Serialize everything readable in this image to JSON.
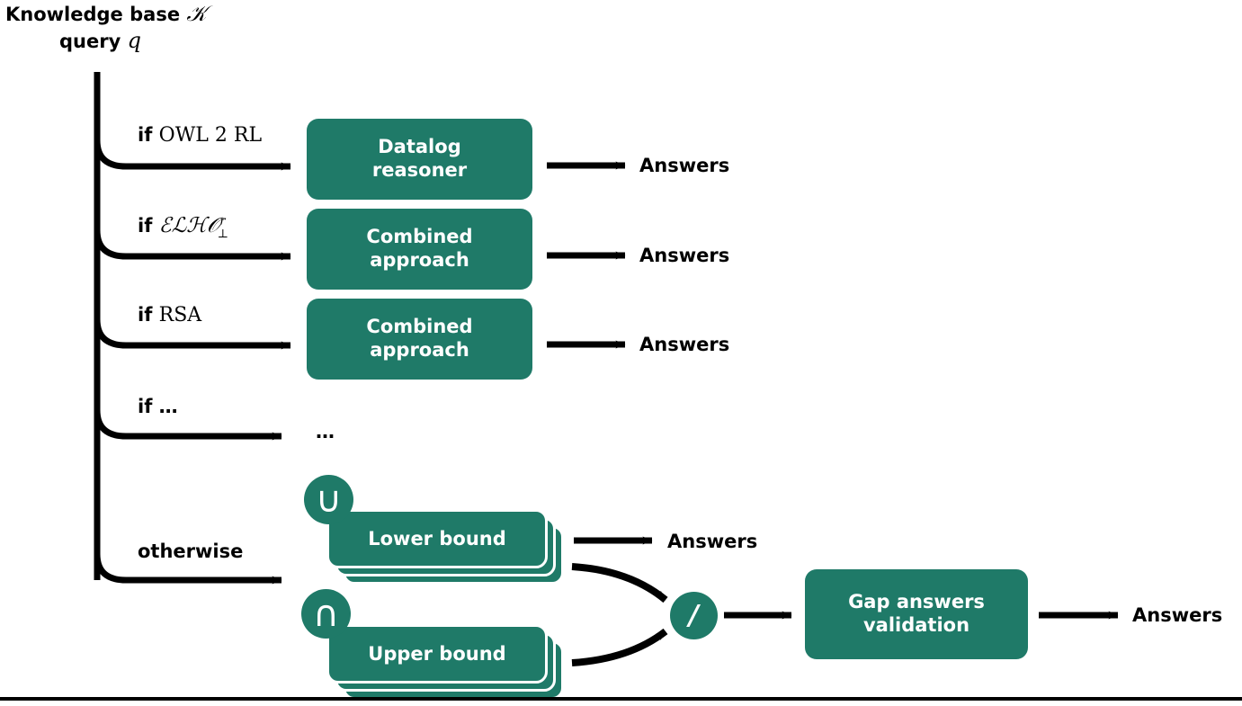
{
  "diagram": {
    "title_line1_prefix": "Knowledge base",
    "title_line1_symbol": "ᵌ0",
    "title_line1": "Knowledge base 𝒦",
    "title_line2": "query",
    "title_line2_symbol": "q",
    "colors": {
      "accent_green": "#1f7a68",
      "stroke_black": "#000000",
      "text_on_green": "#ffffff",
      "background": "#ffffff"
    },
    "branches": [
      {
        "id": "owl2rl",
        "condition_if": "if",
        "condition_value": "OWL 2 RL",
        "target_label": "Datalog\nreasoner",
        "target_line1": "Datalog",
        "target_line2": "reasoner",
        "output": "Answers"
      },
      {
        "id": "elho",
        "condition_if": "if",
        "condition_value": "ℰℒℋ𝒪",
        "condition_sup": "r",
        "condition_sub": "⊥",
        "target_line1": "Combined",
        "target_line2": "approach",
        "output": "Answers"
      },
      {
        "id": "rsa",
        "condition_if": "if",
        "condition_value": "RSA",
        "target_line1": "Combined",
        "target_line2": "approach",
        "output": "Answers"
      },
      {
        "id": "ellipsis",
        "condition_if": "if",
        "condition_value": "…",
        "target_line1": "…",
        "target_line2": "",
        "output": ""
      },
      {
        "id": "otherwise",
        "condition_if": "otherwise",
        "condition_value": "",
        "target_line1": "",
        "target_line2": "",
        "output": ""
      }
    ],
    "bounds": {
      "lower": {
        "label": "Lower bound",
        "badge": "∪",
        "badge_name": "union"
      },
      "upper": {
        "label": "Upper bound",
        "badge": "∩",
        "badge_name": "intersection"
      },
      "lower_output": "Answers"
    },
    "combine_operator": {
      "symbol": "/",
      "name": "set-difference"
    },
    "validation_box": {
      "line1": "Gap answers",
      "line2": "validation"
    },
    "final_output": "Answers"
  }
}
